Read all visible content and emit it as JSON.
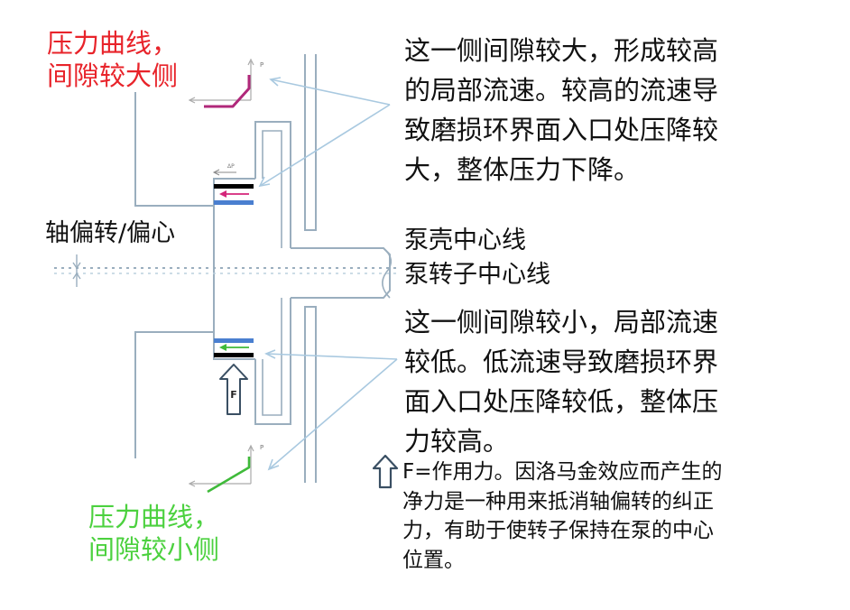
{
  "labels": {
    "pressure_high_side": [
      "压力曲线，",
      "间隙较大侧"
    ],
    "pressure_low_side": [
      "压力曲线，",
      "间隙较小侧"
    ],
    "shaft_deflection": "轴偏转/偏心",
    "casing_centerline": "泵壳中心线",
    "rotor_centerline": "泵转子中心线",
    "large_gap_explanation": [
      "这一侧间隙较大，形成较高",
      "的局部流速。较高的流速导",
      "致磨损环界面入口处压降较",
      "大，整体压力下降。"
    ],
    "small_gap_explanation": [
      "这一侧间隙较小，局部流速",
      "较低。低流速导致磨损环界",
      "面入口处压降较低，整体压",
      "力较高。"
    ],
    "force_note": [
      "F=作用力。因洛马金效应而产生的",
      "净力是一种用来抵消轴偏转的纠正",
      "力，有助于使转子保持在泵的中心",
      "位置。"
    ]
  },
  "diagram_marks": {
    "force_arrow_letter": "F",
    "pressure_axis_letter": "P",
    "delta_p_letter": "ΔP"
  },
  "colors": {
    "pressure_high_side": "#e8232a",
    "pressure_low_side": "#4cd13f",
    "high_side_curve": "#b0287a",
    "low_side_curve": "#3fba3a",
    "outline": "#9aaebe",
    "callout": "#a9c9e0",
    "wear_ring_dark": "#000000",
    "wear_ring_blue": "#4a7fd0",
    "text": "#111111"
  }
}
